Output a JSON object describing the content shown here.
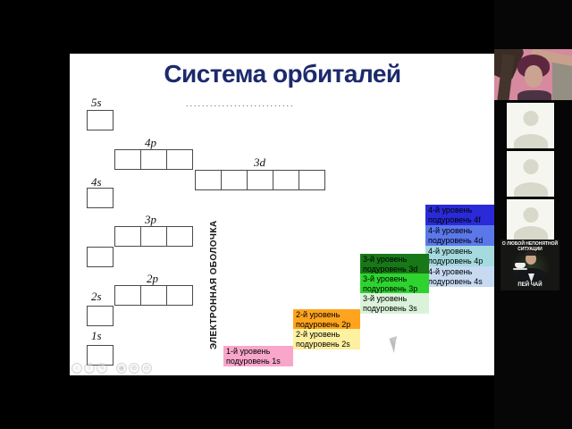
{
  "slide": {
    "title": "Система орбиталей",
    "dots": "...........................",
    "shell_axis_label": "ЭЛЕКТРОННАЯ ОБОЛОЧКА",
    "orbitals": [
      {
        "id": "5s",
        "label": "5s",
        "cells": 1
      },
      {
        "id": "4p",
        "label": "4p",
        "cells": 3
      },
      {
        "id": "3d",
        "label": "3d",
        "cells": 5
      },
      {
        "id": "4s",
        "label": "4s",
        "cells": 1
      },
      {
        "id": "3p",
        "label": "3p",
        "cells": 3
      },
      {
        "id": "3s",
        "label": "",
        "cells": 1
      },
      {
        "id": "2p",
        "label": "2p",
        "cells": 3
      },
      {
        "id": "2s",
        "label": "2s",
        "cells": 1
      },
      {
        "id": "1s",
        "label": "1s",
        "cells": 1
      }
    ],
    "level_labels": [
      {
        "id": "4f",
        "line1": "4-й уровень",
        "line2": "подуровень 4f",
        "bg": "#2a2ad8"
      },
      {
        "id": "4d",
        "line1": "4-й уровень",
        "line2": "подуровень 4d",
        "bg": "#5b78ea"
      },
      {
        "id": "4p",
        "line1": "4-й уровень",
        "line2": "подуровень 4p",
        "bg": "#a5dadf"
      },
      {
        "id": "4s",
        "line1": "4-й уровень",
        "line2": "подуровень 4s",
        "bg": "#c6daf2"
      },
      {
        "id": "3d",
        "line1": "3-й уровень",
        "line2": "подуровень 3d",
        "bg": "#187818"
      },
      {
        "id": "3p",
        "line1": "3-й уровень",
        "line2": "подуровень 3p",
        "bg": "#2fd32f"
      },
      {
        "id": "3s",
        "line1": "3-й уровень",
        "line2": "подуровень 3s",
        "bg": "#daf2da"
      },
      {
        "id": "2p",
        "line1": "2-й уровень",
        "line2": "подуровень 2p",
        "bg": "#ffa41e"
      },
      {
        "id": "2s",
        "line1": "2-й уровень",
        "line2": "подуровень 2s",
        "bg": "#fdf0a0"
      },
      {
        "id": "1s",
        "line1": "1-й уровень",
        "line2": "подуровень 1s",
        "bg": "#f8a6ca"
      }
    ],
    "toolbar_icons": [
      {
        "name": "prev-slide-icon",
        "glyph": "‹"
      },
      {
        "name": "next-slide-icon",
        "glyph": "›"
      },
      {
        "name": "pen-icon",
        "glyph": "✎"
      },
      {
        "name": "laser-pointer-icon",
        "glyph": "◉"
      },
      {
        "name": "zoom-in-icon",
        "glyph": "⊕"
      },
      {
        "name": "zoom-out-icon",
        "glyph": "⊖"
      }
    ]
  },
  "sidebar": {
    "participant_placeholders": 3,
    "meme": {
      "top_text": "О ЛЮБОЙ НЕПОНЯТНОЙ СИТУАЦИИ",
      "bottom_text": "ПЕЙ ЧАЙ"
    }
  },
  "colors": {
    "stage_bg": "#000000",
    "slide_bg": "#ffffff",
    "title": "#1c2a6c"
  }
}
